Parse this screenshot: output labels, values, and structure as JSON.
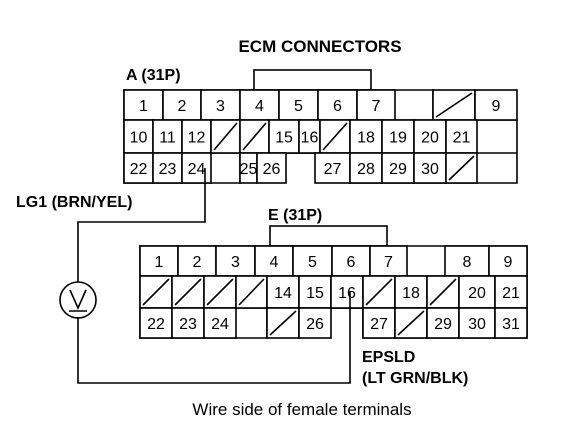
{
  "title": "ECM CONNECTORS",
  "connector_a": {
    "label": "A (31P)",
    "rows": [
      [
        "1",
        "2",
        "3",
        "4",
        "5",
        "6",
        "7",
        "",
        "/",
        "9"
      ],
      [
        "10",
        "11",
        "12",
        "/",
        "/",
        "15",
        "16",
        "/",
        "18",
        "19",
        "20",
        "21"
      ],
      [
        "22",
        "23",
        "24",
        "",
        "25",
        "26",
        "",
        "27",
        "28",
        "29",
        "30",
        "/"
      ]
    ]
  },
  "connector_e": {
    "label": "E (31P)",
    "rows": [
      [
        "1",
        "2",
        "3",
        "4",
        "5",
        "6",
        "7",
        "",
        "8",
        "9"
      ],
      [
        "/",
        "/",
        "/",
        "/",
        "14",
        "15",
        "16",
        "/",
        "18",
        "/",
        "20",
        "21"
      ],
      [
        "22",
        "23",
        "24",
        "",
        "/",
        "26",
        "",
        "27",
        "/",
        "29",
        "30",
        "31"
      ]
    ]
  },
  "wire_lg1": "LG1 (BRN/YEL)",
  "wire_epsld_line1": "EPSLD",
  "wire_epsld_line2": "(LT GRN/BLK)",
  "meter_symbol": "V",
  "caption": "Wire side of female terminals"
}
